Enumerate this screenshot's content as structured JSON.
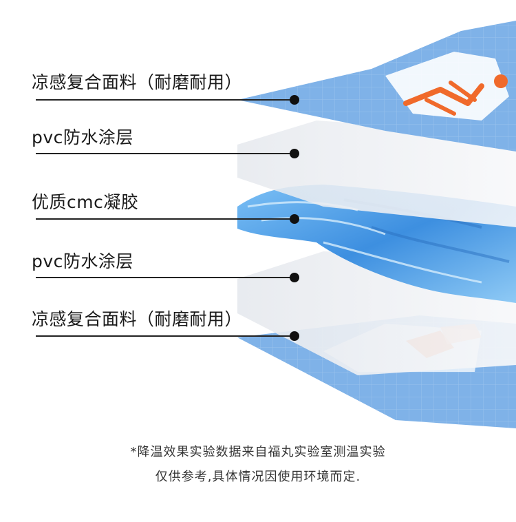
{
  "layers": [
    {
      "label": "凉感复合面料（耐磨耐用）"
    },
    {
      "label": "pvc防水涂层"
    },
    {
      "label": "优质cmc凝胶"
    },
    {
      "label": "pvc防水涂层"
    },
    {
      "label": "凉感复合面料（耐磨耐用）"
    }
  ],
  "footnote": {
    "line1": "*降温效果实验数据来自福丸实验室测温实验",
    "line2": "仅供参考,具体情况因使用环境而定."
  },
  "colors": {
    "fabric_blue": "#7fb2e8",
    "gel_blue": "#3f8fe0",
    "accent_orange": "#f06a2b",
    "film": "#f1f3f6"
  }
}
